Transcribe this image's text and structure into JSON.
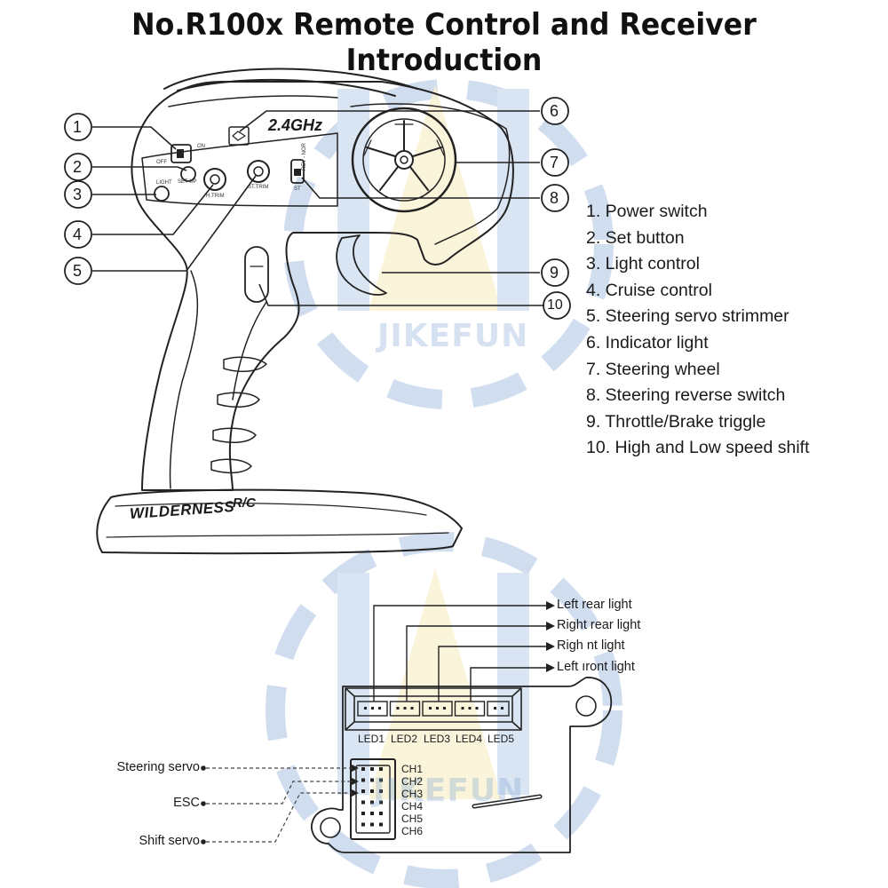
{
  "title": "No.R100x Remote Control and Receiver Introduction",
  "watermark": "JIKEFUN",
  "transmitter": {
    "freq_label": "2.4GHz",
    "brand": "WILDERNESS",
    "brand_suffix": "R/C",
    "panel_labels": {
      "off": "OFF",
      "on": "ON",
      "light": "LIGHT",
      "setup": "SET UP",
      "h_trim": "H.TRIM",
      "st_trim": "ST.TRIM",
      "st": "ST",
      "rev_nor": "REV - NOR"
    },
    "callouts": [
      "1",
      "2",
      "3",
      "4",
      "5",
      "6",
      "7",
      "8",
      "9",
      "10"
    ]
  },
  "legend": [
    "1. Power switch",
    "2. Set button",
    "3. Light control",
    "4. Cruise control",
    "5. Steering servo strimmer",
    "6. Indicator light",
    "7. Steering wheel",
    "8. Steering reverse switch",
    "9. Throttle/Brake triggle",
    "10. High and Low speed shift"
  ],
  "receiver": {
    "led_ports": [
      "LED1",
      "LED2",
      "LED3",
      "LED4",
      "LED5"
    ],
    "light_labels": [
      "Left rear light",
      "Right rear light",
      "Righ   nt light",
      "Left ıront light"
    ],
    "channels": [
      "CH1",
      "CH2",
      "CH3",
      "CH4",
      "CH5",
      "CH6"
    ],
    "connections": [
      "Steering servo",
      "ESC",
      "Shift servo"
    ]
  },
  "colors": {
    "watermark_blue": "#9cb9dc",
    "watermark_gold": "#f2e3a6",
    "line": "#222222"
  }
}
